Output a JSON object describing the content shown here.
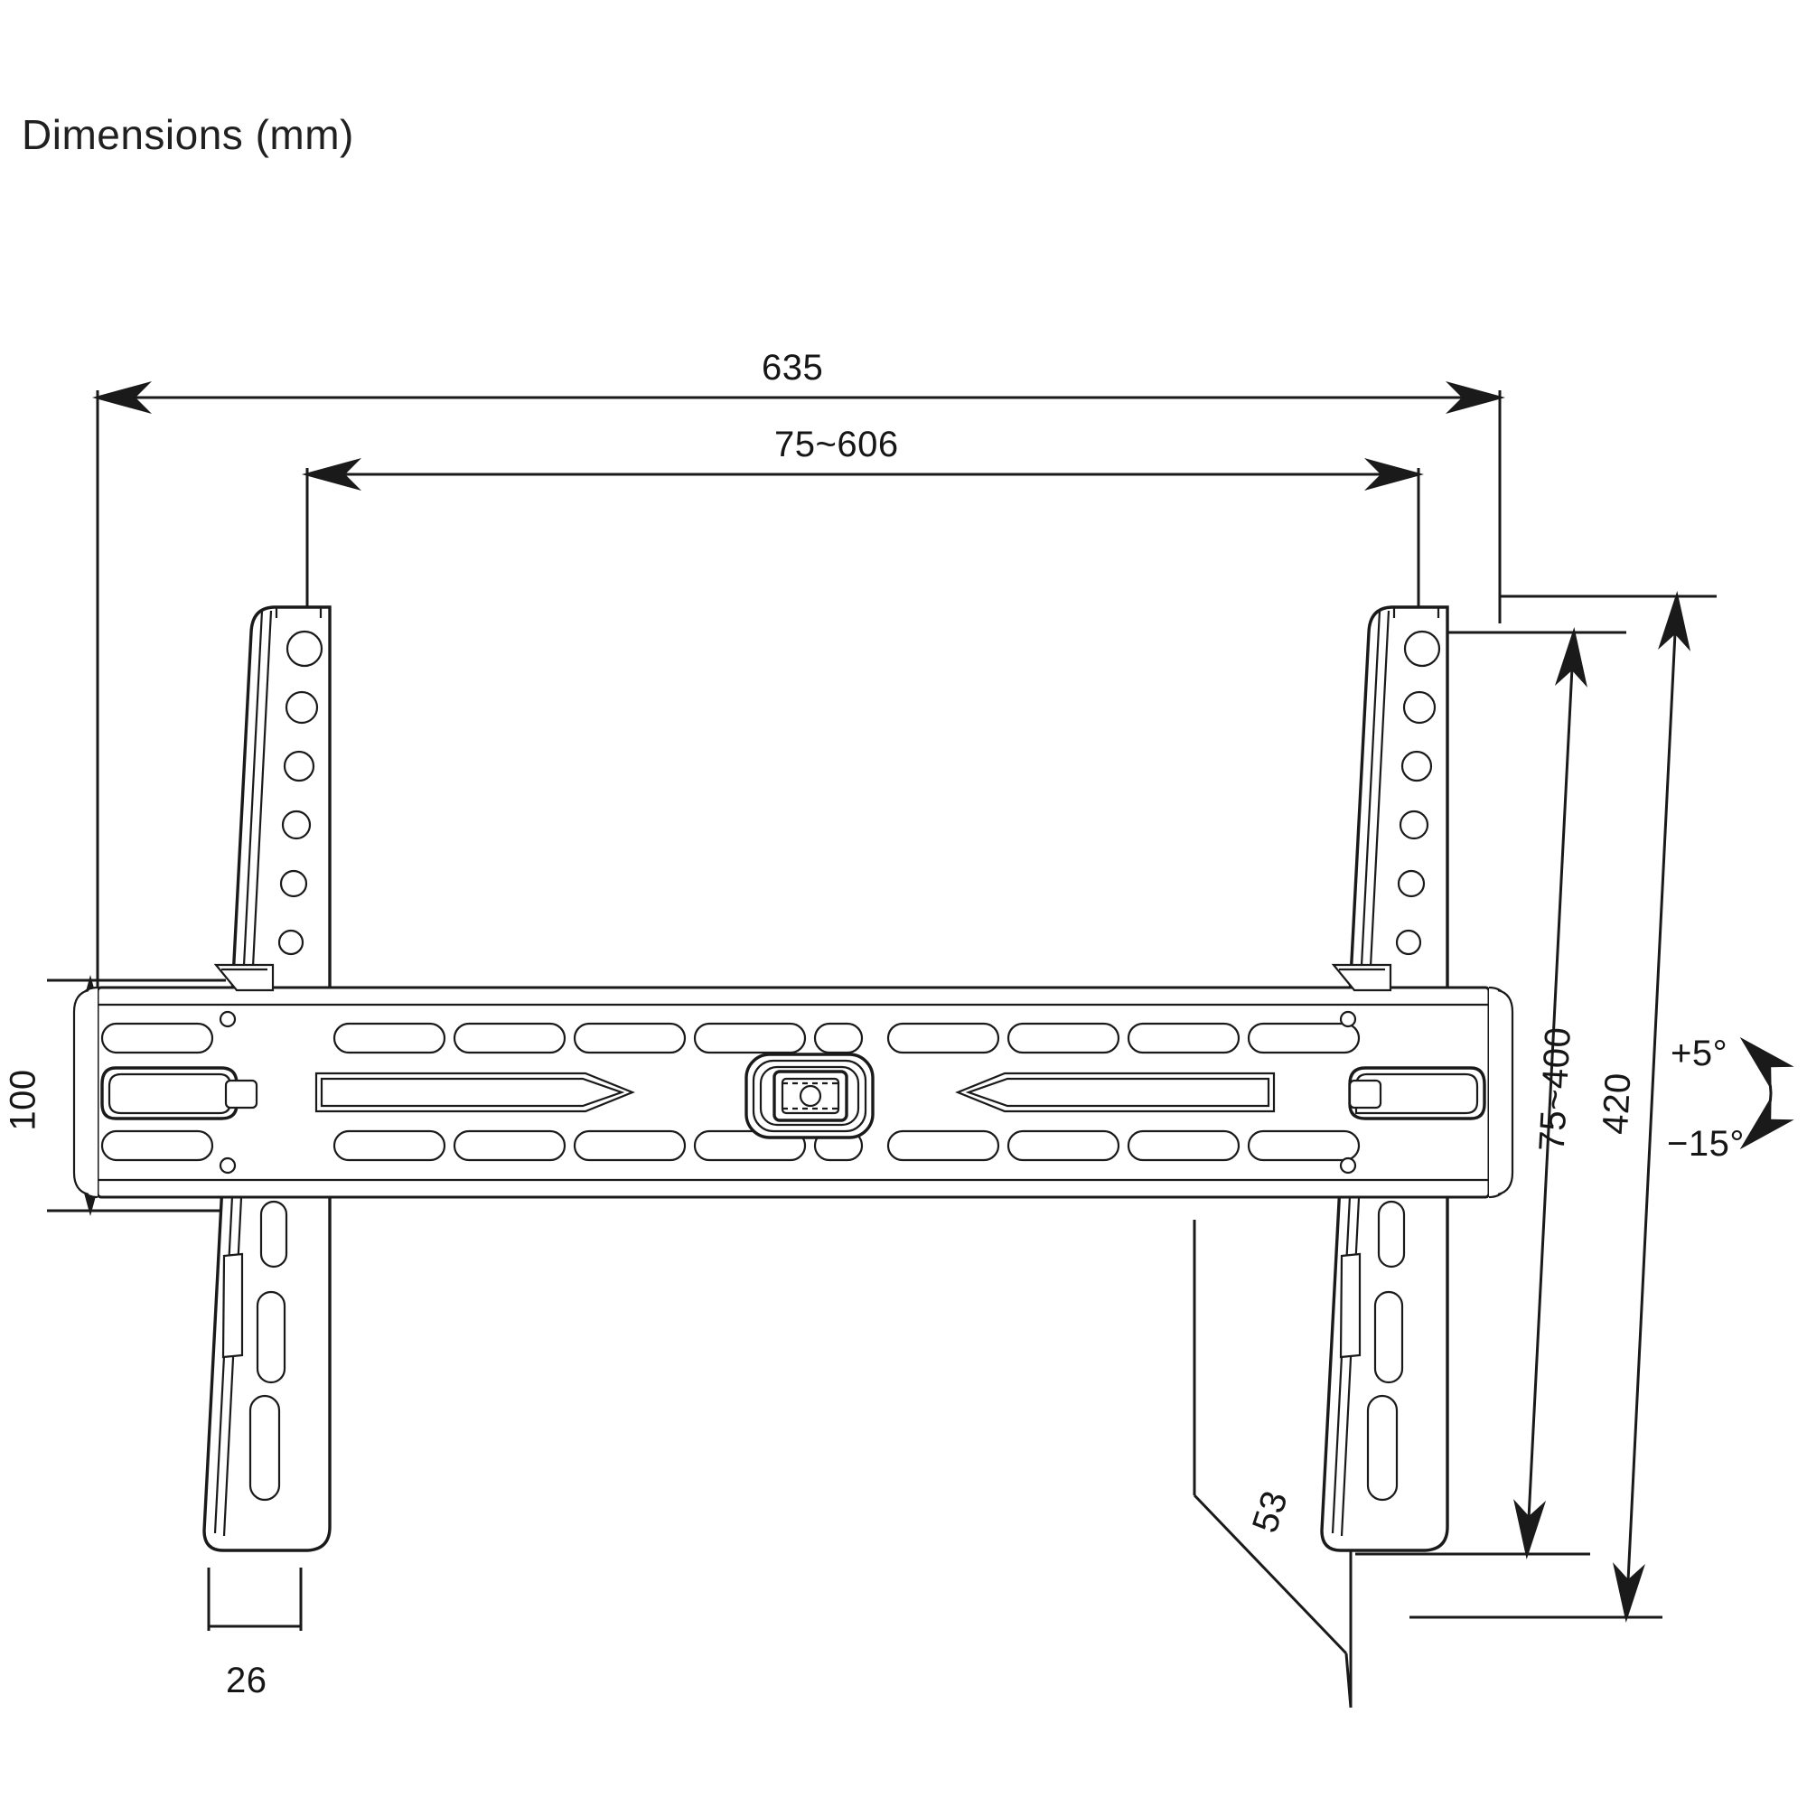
{
  "title": "Dimensions (mm)",
  "drawing": {
    "type": "technical-dimension-drawing",
    "subject": "tilting-tv-wall-mount-bracket",
    "view": "front-elevation",
    "units": "mm",
    "line_color": "#1a1a1a",
    "background_color": "#ffffff"
  },
  "dimensions": {
    "overall_width": {
      "label": "635",
      "orientation": "horizontal",
      "position": "top"
    },
    "vesa_width_range": {
      "label": "75~606",
      "orientation": "horizontal",
      "position": "top-inner"
    },
    "plate_height": {
      "label": "100",
      "orientation": "vertical",
      "position": "left"
    },
    "vesa_height_range": {
      "label": "75~400",
      "orientation": "vertical",
      "position": "right-inner"
    },
    "overall_height": {
      "label": "420",
      "orientation": "vertical",
      "position": "right-outer"
    },
    "rail_width": {
      "label": "26",
      "orientation": "horizontal",
      "position": "bottom-left"
    },
    "depth": {
      "label": "53",
      "orientation": "diagonal-leader",
      "position": "bottom-right"
    }
  },
  "tilt": {
    "up_label": "+5°",
    "down_label": "−15°",
    "icon": "curved-double-arrow"
  }
}
